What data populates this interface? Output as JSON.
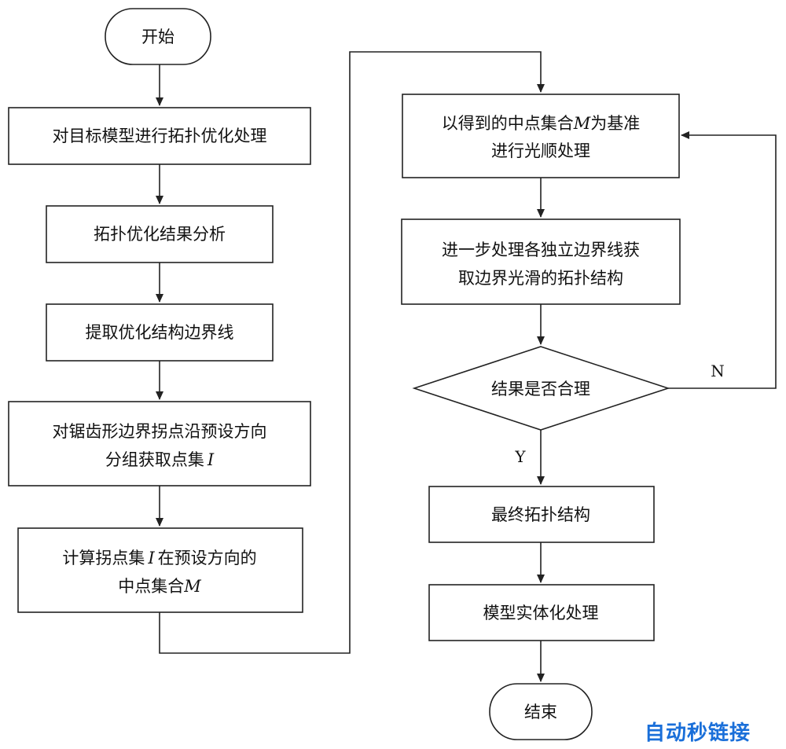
{
  "nodes": {
    "start": {
      "text": "开始"
    },
    "step1": {
      "text": "对目标模型进行拓扑优化处理"
    },
    "step2": {
      "text": "拓扑优化结果分析"
    },
    "step3": {
      "text": "提取优化结构边界线"
    },
    "step4": {
      "line1": "对锯齿形边界拐点沿预设方向",
      "line2_prefix": "分组获取点集",
      "line2_var": "I"
    },
    "step5": {
      "line1_prefix": "计算拐点集",
      "line1_var": "I",
      "line1_suffix": "在预设方向的",
      "line2_prefix": "中点集合",
      "line2_var": "M"
    },
    "step6": {
      "line1_prefix": "以得到的中点集合",
      "line1_var": "M",
      "line1_suffix": "为基准",
      "line2": "进行光顺处理"
    },
    "step7": {
      "line1": "进一步处理各独立边界线获",
      "line2": "取边界光滑的拓扑结构"
    },
    "decision": {
      "text": "结果是否合理"
    },
    "step8": {
      "text": "最终拓扑结构"
    },
    "step9": {
      "text": "模型实体化处理"
    },
    "end": {
      "text": "结束"
    }
  },
  "edges": {
    "no_label": "N",
    "yes_label": "Y"
  },
  "watermark": {
    "text": "自动秒链接",
    "color": "#1a6fd9"
  }
}
